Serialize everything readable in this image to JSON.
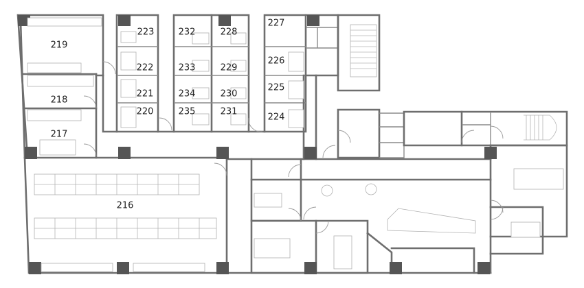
{
  "rooms": [
    {
      "id": "219",
      "label": "219"
    },
    {
      "id": "218",
      "label": "218"
    },
    {
      "id": "217",
      "label": "217"
    },
    {
      "id": "216",
      "label": "216"
    },
    {
      "id": "223",
      "label": "223"
    },
    {
      "id": "222",
      "label": "222"
    },
    {
      "id": "221",
      "label": "221"
    },
    {
      "id": "220",
      "label": "220"
    },
    {
      "id": "232",
      "label": "232"
    },
    {
      "id": "233",
      "label": "233"
    },
    {
      "id": "234",
      "label": "234"
    },
    {
      "id": "235",
      "label": "235"
    },
    {
      "id": "228",
      "label": "228"
    },
    {
      "id": "229",
      "label": "229"
    },
    {
      "id": "230",
      "label": "230"
    },
    {
      "id": "231",
      "label": "231"
    },
    {
      "id": "227",
      "label": "227"
    },
    {
      "id": "226",
      "label": "226"
    },
    {
      "id": "225",
      "label": "225"
    },
    {
      "id": "224",
      "label": "224"
    }
  ],
  "colors": {
    "wall": "#6e6e6e",
    "column": "#555555",
    "furniture": "#b0b0b0",
    "text": "#222222"
  }
}
